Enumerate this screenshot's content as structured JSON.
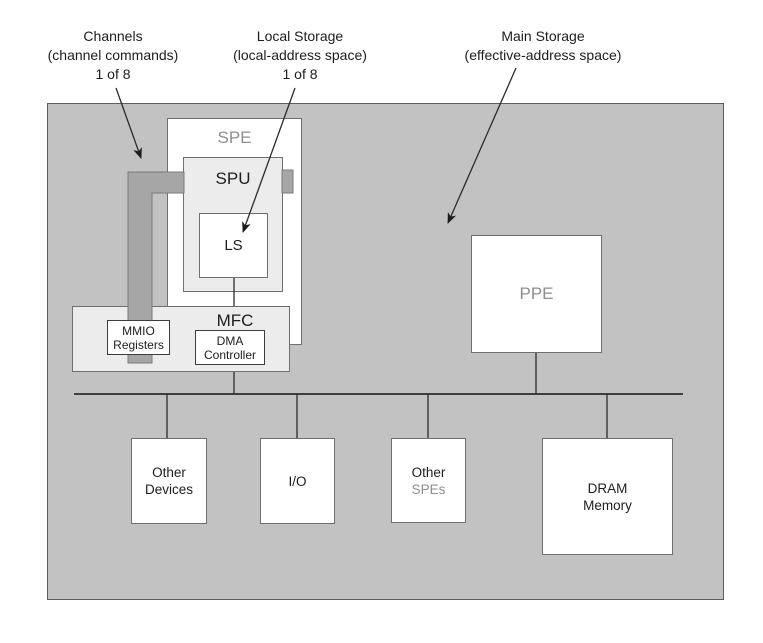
{
  "colors": {
    "bg": "#ffffff",
    "panel-gray": "#c2c2c2",
    "panel-light": "#ececec",
    "box-white": "#ffffff",
    "channel-gray": "#a6a6a6",
    "channel-border": "#7a7a7a",
    "border-dark": "#5e5e5e",
    "border-mid": "#6f6f6f",
    "border-strong": "#3c3c3c",
    "text-black": "#1d1d1d",
    "text-gray": "#8e8e8e",
    "line": "#2b2b2b"
  },
  "annotations": {
    "channels": {
      "line1": "Channels",
      "line2": "(channel commands)",
      "line3": "1 of 8"
    },
    "local_storage": {
      "line1": "Local Storage",
      "line2": "(local-address space)",
      "line3": "1 of 8"
    },
    "main_storage": {
      "line1": "Main Storage",
      "line2": "(effective-address space)"
    }
  },
  "blocks": {
    "spe": "SPE",
    "spu": "SPU",
    "ls": "LS",
    "mfc": "MFC",
    "mmio": {
      "line1": "MMIO",
      "line2": "Registers"
    },
    "dma": {
      "line1": "DMA",
      "line2": "Controller"
    },
    "ppe": "PPE",
    "other_devices": {
      "line1": "Other",
      "line2": "Devices"
    },
    "io": "I/O",
    "other_spes": {
      "line1": "Other",
      "line2": "SPEs"
    },
    "dram": {
      "line1": "DRAM",
      "line2": "Memory"
    }
  }
}
